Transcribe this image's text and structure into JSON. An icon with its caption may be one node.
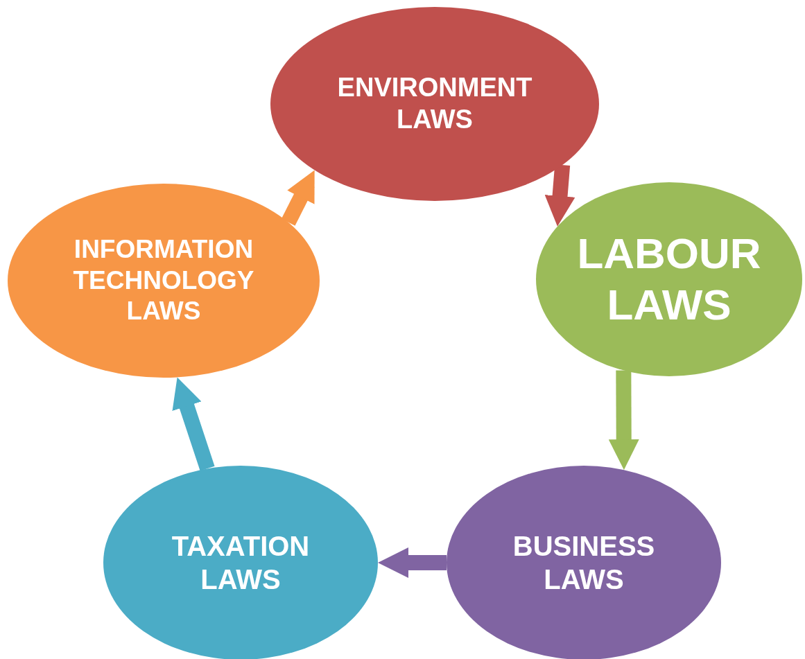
{
  "diagram": {
    "nodes": [
      {
        "text": [
          "ENVIRONMENT LAWS"
        ]
      },
      {
        "text": [
          "LABOUR LAWS"
        ]
      },
      {
        "text": [
          "BUSINESS LAWS"
        ]
      },
      {
        "text": [
          "TAXATION LAWS"
        ]
      },
      {
        "text": [
          "INFORMATION TECHNOLOGY LAWS"
        ]
      }
    ],
    "edges": [
      {
        "from": 4,
        "to": 0,
        "arrow": "to",
        "color": "#f79646"
      },
      {
        "from": 0,
        "to": 1,
        "arrow": "to",
        "color": "#c0504d"
      },
      {
        "from": 1,
        "to": 2,
        "arrow": "to",
        "color": "#9bbb59"
      },
      {
        "from": 2,
        "to": 3,
        "arrow": "to",
        "color": "#8064a2"
      },
      {
        "from": 3,
        "to": 4,
        "arrow": "to",
        "color": "#4bacc6"
      }
    ]
  }
}
